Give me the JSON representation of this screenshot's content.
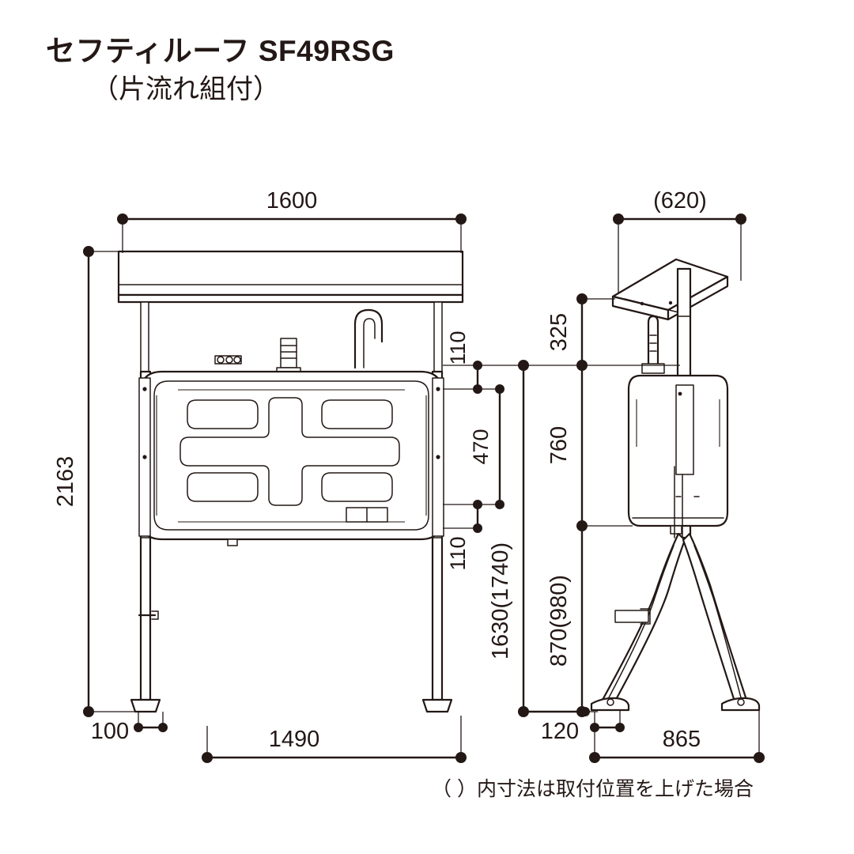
{
  "title": {
    "main": "セフティルーフ SF49RSG",
    "sub": "（片流れ組付）"
  },
  "note": "（ ）内寸法は取付位置を上げた場合",
  "colors": {
    "line": "#231815",
    "background": "#ffffff"
  },
  "views": {
    "front": {
      "name": "front-elevation"
    },
    "side": {
      "name": "side-elevation"
    }
  },
  "dimensions": {
    "front_width_top": "1600",
    "front_height_overall": "2163",
    "front_base_offset": "100",
    "front_base_span": "1490",
    "panel_top_gap": "110",
    "panel_opening": "470",
    "panel_bottom_gap": "110",
    "mount_height": "1630(1740)",
    "side_width_top": "(620)",
    "side_roof_drop": "325",
    "side_cabinet": "760",
    "side_leg_height": "870(980)",
    "side_base_offset": "120",
    "side_base_span": "865"
  }
}
